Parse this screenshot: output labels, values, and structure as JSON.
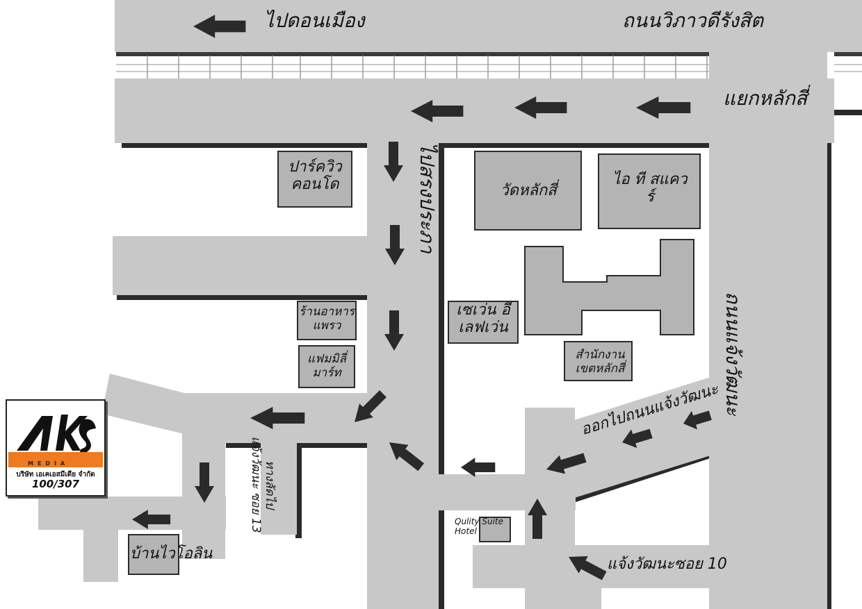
{
  "map": {
    "labels": {
      "to_don_mueang": "ไปดอนเมือง",
      "vibhavadi_rd": "ถนนวิภาวดีรังสิต",
      "laksi_intersection": "แยกหลักสี่",
      "to_songprapa": "ไปสรงประภา",
      "chaengwattana_rd": "ถนนแจ้งวัฒนะ",
      "exit_to_chaengwattana": "ออกไปถนนแจ้งวัฒนะ",
      "shortcut_soi13": "ทางลัดไปแจ้งวัฒนะ ซอย 13",
      "chaengwattana_soi10": "แจ้งวัฒนะซอย 10"
    },
    "buildings": {
      "park_view_condo": "ปาร์ควิว คอนโด",
      "wat_laksi": "วัดหลักสี่",
      "it_square": "ไอ ที สแควร์",
      "phrae_restaurant": "ร้านอาหาร แพรว",
      "seven_eleven": "เซเว่น อีเลฟเว่น",
      "family_mart": "แฟมมิลี่ มาร์ท",
      "laksi_district_office": "สำนักงาน เขตหลักสี่",
      "quality_suite_hotel": "Qulity Suite Hotel",
      "violin_house": "บ้านไวโอลิน"
    },
    "colors": {
      "road": "#c8c8c8",
      "building": "#b4b4b4",
      "arrow": "#2a2a2a",
      "logo_accent": "#f07a1f"
    }
  },
  "logo": {
    "company": "บริษัท เอเคเอสมีเดีย จำกัด",
    "number": "100/307",
    "media_text": "MEDIA"
  }
}
